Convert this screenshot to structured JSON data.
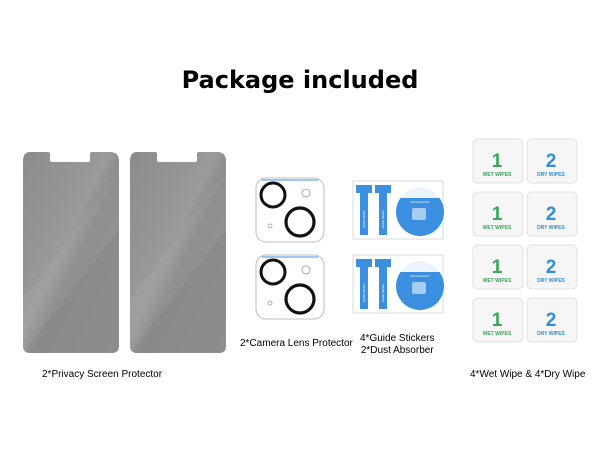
{
  "title": "Package included",
  "captions": {
    "privacy": "2*Privacy Screen Protector",
    "lens": "2*Camera Lens Protector",
    "guide_line1": "4*Guide Stickers",
    "guide_line2": "2*Dust Absorber",
    "wipes": "4*Wet Wipe & 4*Dry Wipe"
  },
  "wipes": {
    "wet_number": "1",
    "wet_label": "WET WIPES",
    "dry_number": "2",
    "dry_label": "DRY WIPES"
  },
  "dust_absorber": {
    "label": "Dust-absorber",
    "strip_text": "Guide Sticker"
  },
  "colors": {
    "screen_gray": "#8f8f8f",
    "wet_green": "#3aa65a",
    "dry_blue": "#2f8fd8",
    "sticker_blue": "#3b8fe0"
  }
}
